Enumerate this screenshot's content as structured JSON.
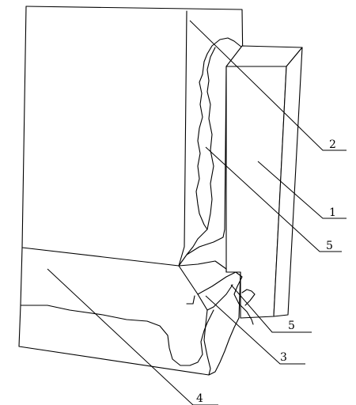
{
  "callouts": [
    {
      "id": "label-1",
      "text": "1"
    },
    {
      "id": "label-2",
      "text": "2"
    },
    {
      "id": "label-3",
      "text": "3"
    },
    {
      "id": "label-4",
      "text": "4"
    },
    {
      "id": "label-5a",
      "text": "5"
    },
    {
      "id": "label-5b",
      "text": "5"
    }
  ]
}
